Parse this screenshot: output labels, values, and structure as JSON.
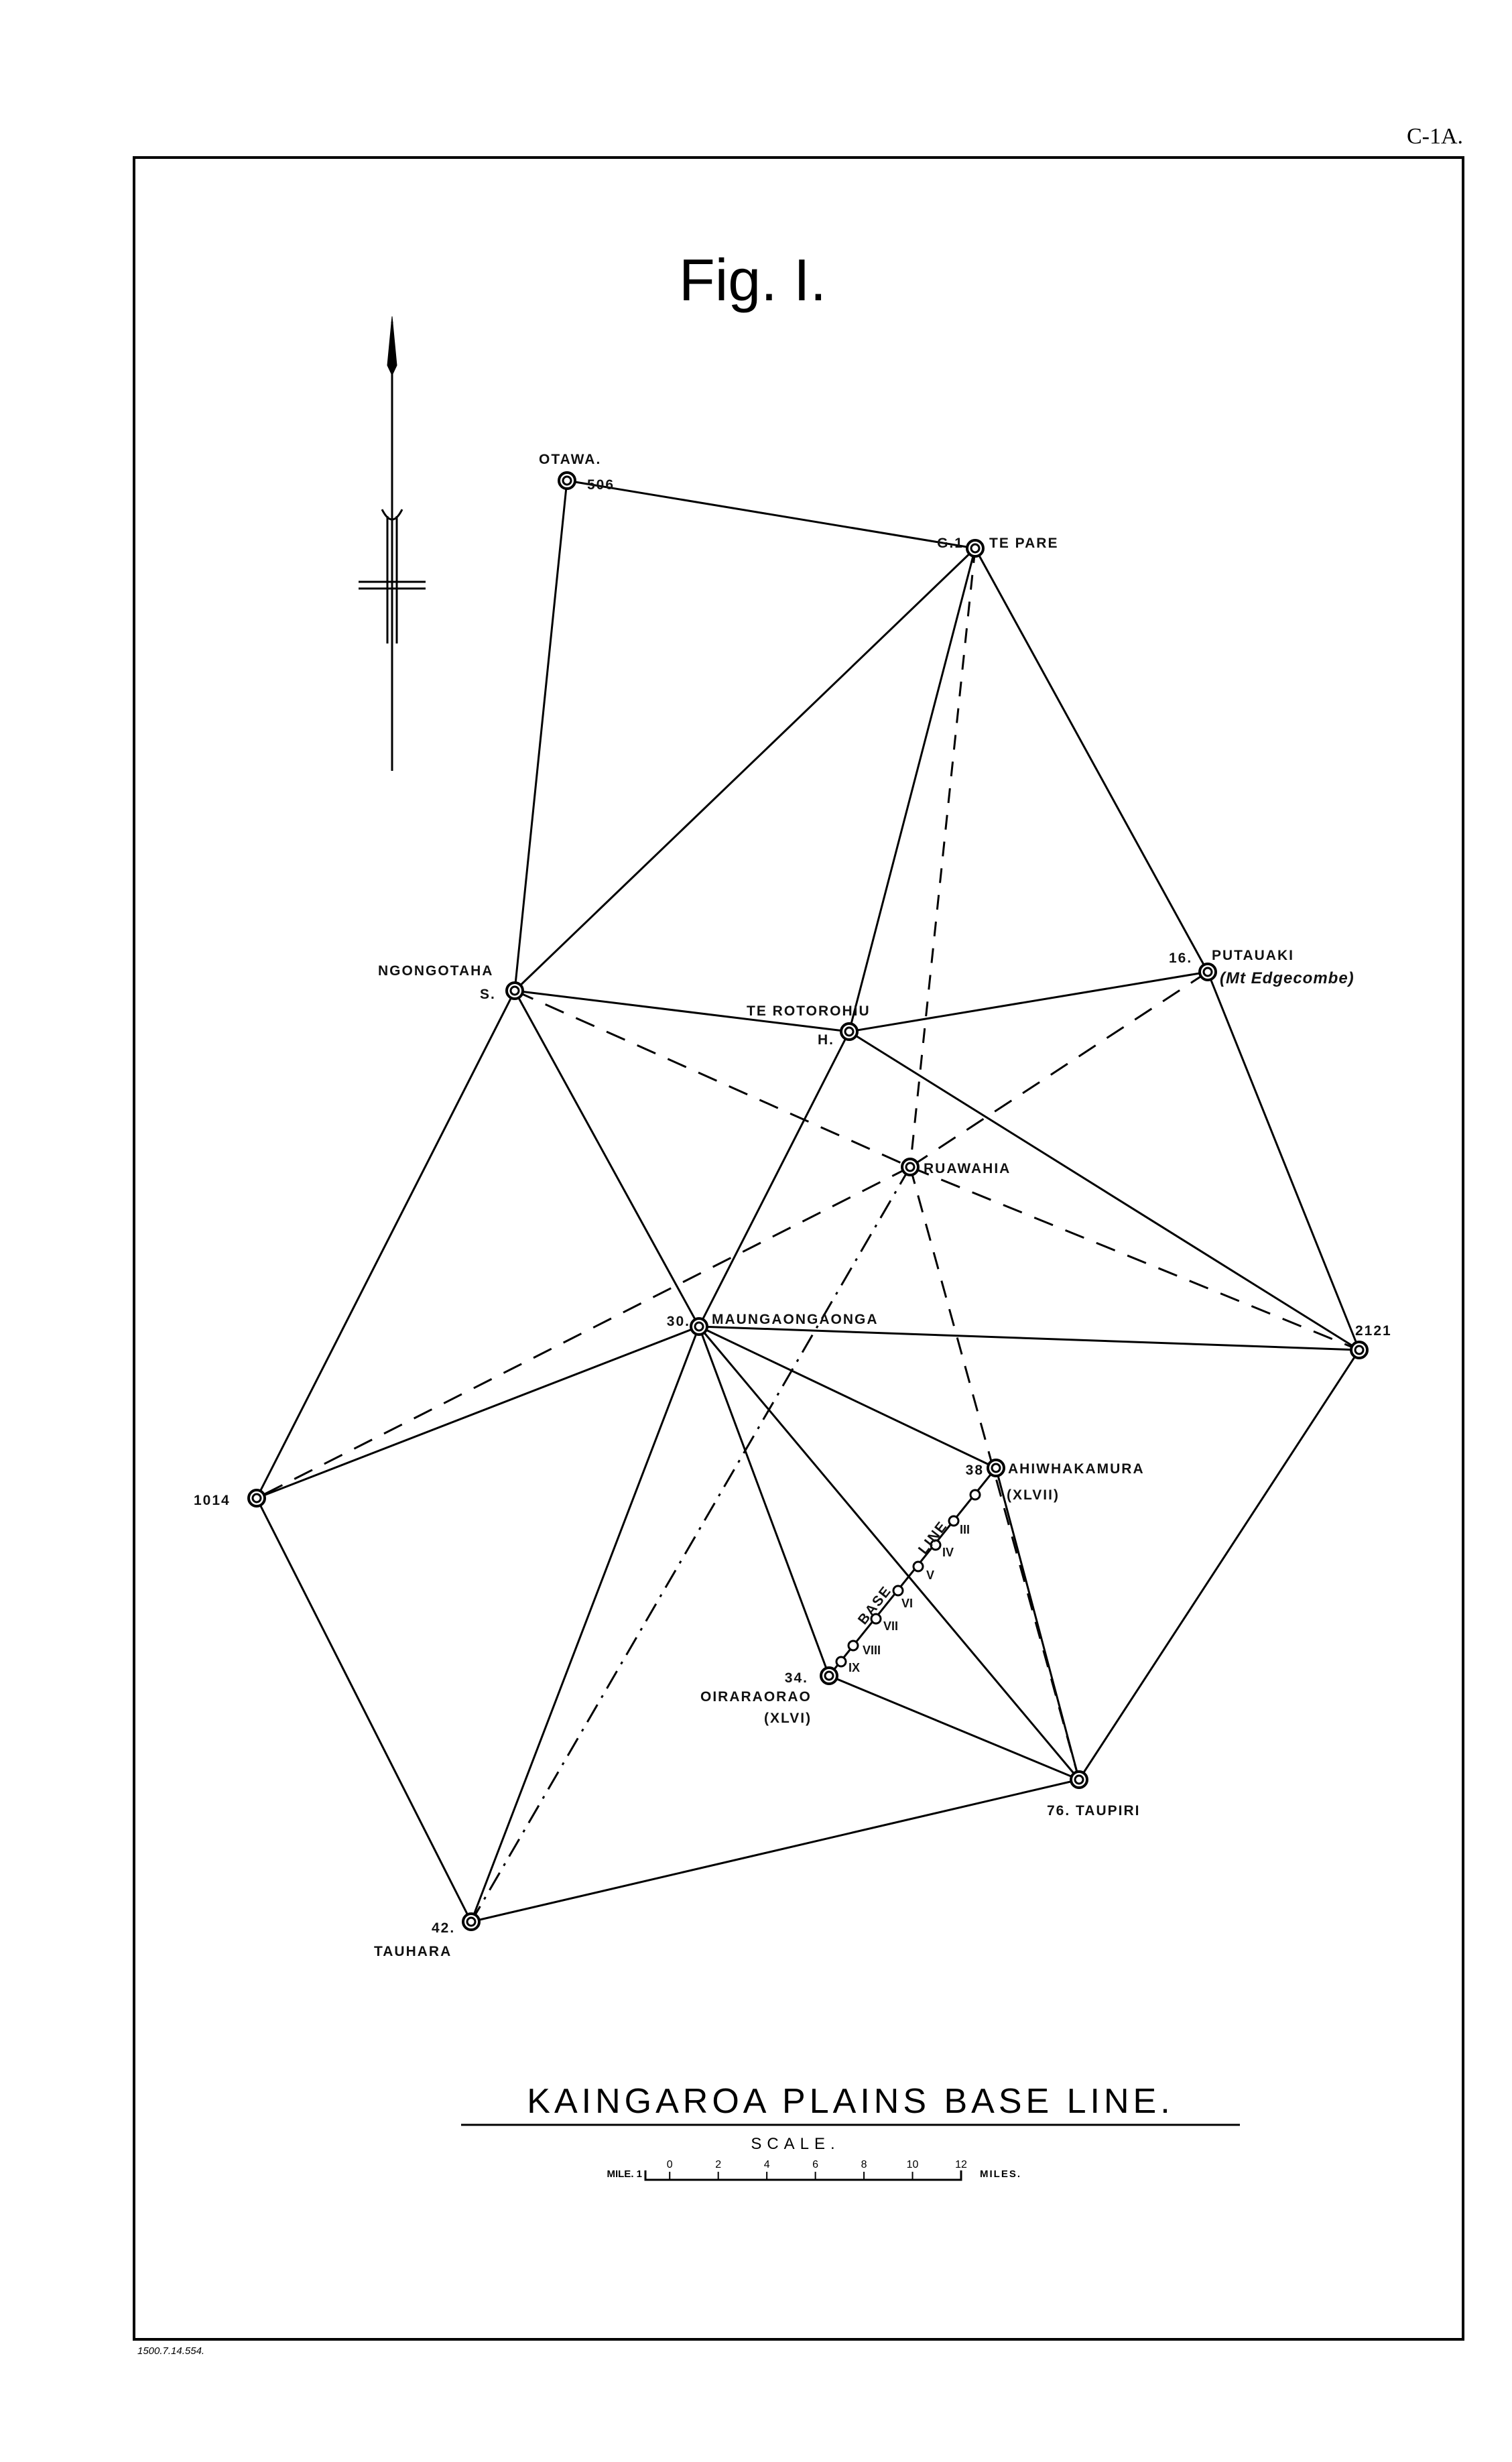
{
  "sheet_ref": "C-1A.",
  "figure_title": "Fig. I.",
  "map_title": "KAINGAROA PLAINS BASE LINE.",
  "scale": {
    "label": "SCALE.",
    "left_label": "MILE. 1",
    "right_label": "MILES.",
    "ticks": [
      "0",
      "2",
      "4",
      "6",
      "8",
      "10",
      "12"
    ]
  },
  "print_note": "1500.7.14.554.",
  "stations": {
    "otawa": {
      "name": "OTAWA.",
      "number": "506"
    },
    "te_pare": {
      "name": "TE PARE",
      "number": "G.1"
    },
    "ngongotaha": {
      "name": "NGONGOTAHA",
      "number": "S."
    },
    "te_rotorohiu": {
      "name": "TE ROTOROHIU",
      "number": "H."
    },
    "putauaki": {
      "name": "PUTAUAKI",
      "number": "16.",
      "alt_name": "(Mt Edgecombe)"
    },
    "ruawahia": {
      "name": "RUAWAHIA"
    },
    "maungaongaonga": {
      "name": "MAUNGAONGAONGA",
      "number": "30."
    },
    "s2121": {
      "number": "2121"
    },
    "s1014": {
      "number": "1014"
    },
    "ahiwhakamura": {
      "name": "AHIWHAKAMURA",
      "number": "38",
      "alt_name": "(XLVII)"
    },
    "oiraraorao": {
      "name": "OIRARAORAO",
      "number": "34.",
      "alt_name": "(XLVI)"
    },
    "taupiri": {
      "name": "76. TAUPIRI"
    },
    "tauhara": {
      "name": "TAUHARA",
      "number": "42."
    }
  },
  "base_line": {
    "label_base": "BASE",
    "label_line": "LINE",
    "sections": [
      "III",
      "IV",
      "V",
      "VI",
      "VII",
      "VIII",
      "IX"
    ]
  }
}
